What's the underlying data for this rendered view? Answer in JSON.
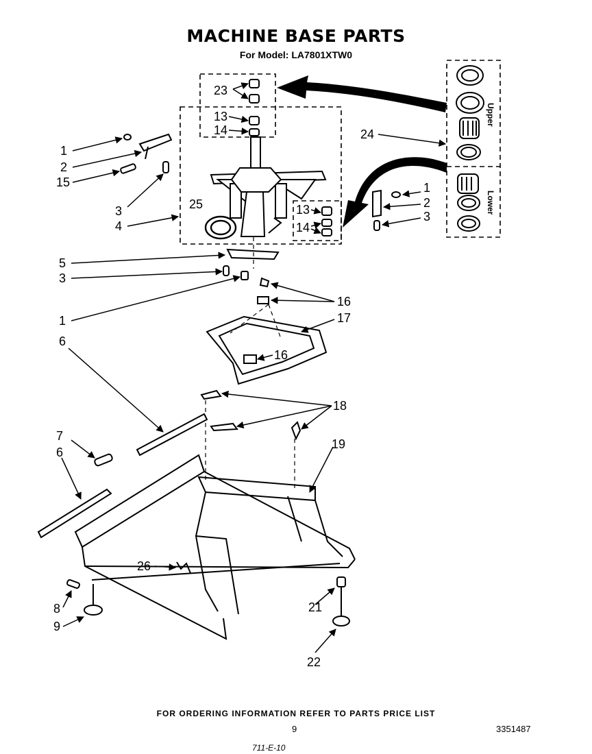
{
  "header": {
    "title": "MACHINE BASE PARTS",
    "model": "For Model: LA7801XTW0"
  },
  "kit_labels": {
    "upper": "Upper",
    "lower": "Lower"
  },
  "callouts": [
    "23",
    "13",
    "14",
    "1",
    "2",
    "15",
    "3",
    "4",
    "25",
    "13",
    "14",
    "1",
    "2",
    "3",
    "24",
    "5",
    "3",
    "1",
    "16",
    "17",
    "16",
    "6",
    "18",
    "7",
    "6",
    "19",
    "26",
    "8",
    "9",
    "21",
    "22"
  ],
  "footer": {
    "ordering_note": "FOR ORDERING INFORMATION REFER TO PARTS PRICE LIST",
    "page_number": "9",
    "document_number": "3351487",
    "date_note": "711-E-10"
  }
}
